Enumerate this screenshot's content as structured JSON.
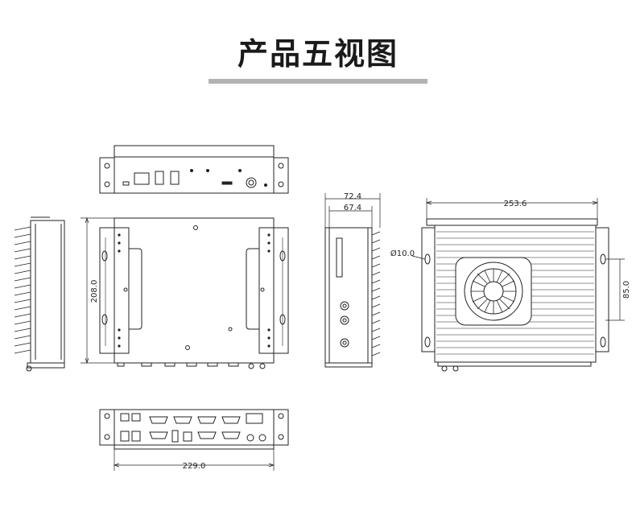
{
  "title": "产品五视图",
  "dimensions": {
    "depth_outer": "72.4",
    "depth_inner": "67.4",
    "width_top": "253.6",
    "hole_diameter": "Ø10.0",
    "hole_spacing": "85.0",
    "height": "208.0",
    "width_bottom": "229.0"
  }
}
